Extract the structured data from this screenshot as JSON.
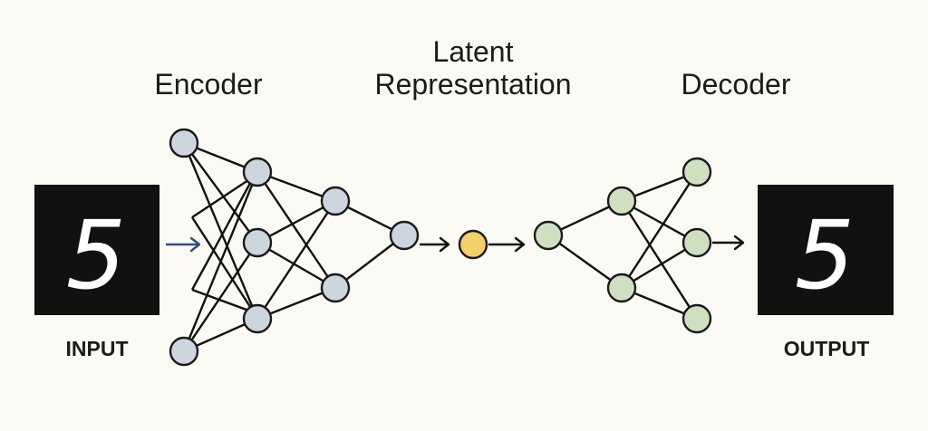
{
  "labels": {
    "encoder": "Encoder",
    "latent_line1": "Latent",
    "latent_line2": "Representation",
    "decoder": "Decoder",
    "input": "INPUT",
    "output": "OUTPUT"
  },
  "input_image": {
    "digit": "5",
    "background": "#111111"
  },
  "output_image": {
    "digit": "5",
    "background": "#111111"
  },
  "colors": {
    "background": "#fbf9f3",
    "encoder_node": "#cdd5df",
    "latent_node": "#f3cf6a",
    "decoder_node": "#cfe0c1",
    "edge": "#111111",
    "input_arrow": "#2f4f7a"
  },
  "network": {
    "encoder_layers": [
      2,
      3,
      2,
      1
    ],
    "latent_layer": 1,
    "decoder_layers": [
      1,
      2,
      3
    ]
  }
}
